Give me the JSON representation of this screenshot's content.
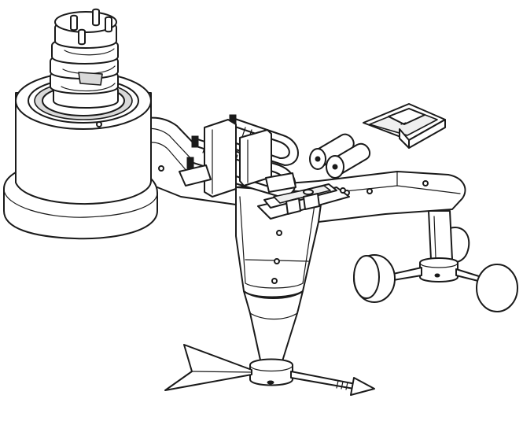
{
  "diagram": {
    "kind": "exploded-assembly-line-drawing",
    "colors": {
      "line": "#1a1a1a",
      "background": "#ffffff",
      "shade": "#d9d9d9"
    },
    "parts": [
      "radiation-shield",
      "rain-collector-body",
      "base-disc",
      "main-arm",
      "u-bolt-mount",
      "mounting-bracket",
      "batteries",
      "battery-compartment",
      "battery-door",
      "wind-vane",
      "anemometer-cups"
    ]
  }
}
